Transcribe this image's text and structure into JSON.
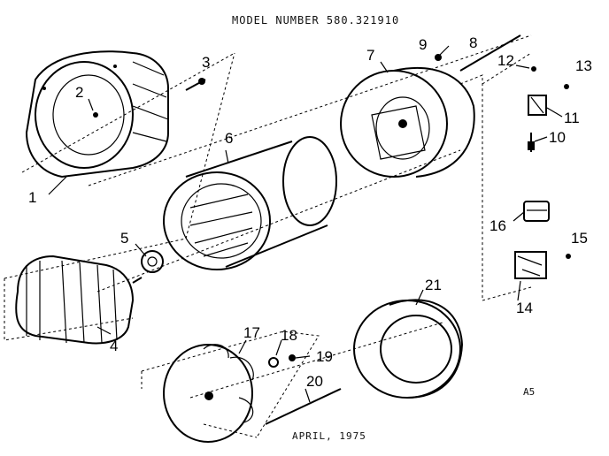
{
  "header": {
    "model_label": "MODEL NUMBER 580.321910"
  },
  "footer": {
    "date": "APRIL, 1975",
    "sheet": "A5"
  },
  "callouts": [
    "1",
    "2",
    "3",
    "4",
    "5",
    "6",
    "7",
    "8",
    "9",
    "10",
    "11",
    "12",
    "13",
    "14",
    "15",
    "16",
    "17",
    "18",
    "19",
    "20",
    "21"
  ]
}
